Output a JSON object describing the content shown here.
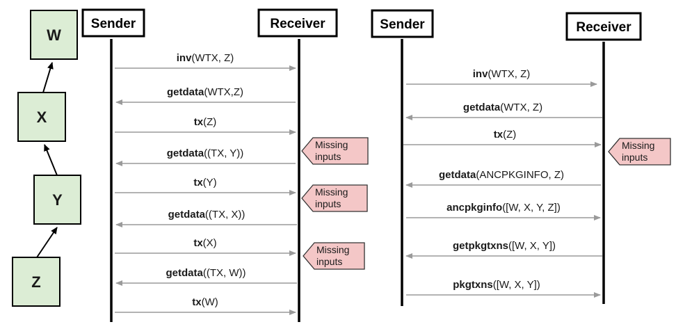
{
  "colors": {
    "node_fill": "#dcedd5",
    "note_fill": "#f4c7c7",
    "arrow": "#9a9a9a",
    "lifeline": "#000000"
  },
  "graph": {
    "nodes": [
      "W",
      "X",
      "Y",
      "Z"
    ]
  },
  "left": {
    "sender": "Sender",
    "receiver": "Receiver",
    "messages": [
      {
        "bold": "inv",
        "rest": "(WTX, Z)"
      },
      {
        "bold": "getdata",
        "rest": "(WTX,Z)"
      },
      {
        "bold": "tx",
        "rest": "(Z)"
      },
      {
        "bold": "getdata",
        "rest": "((TX, Y))"
      },
      {
        "bold": "tx",
        "rest": "(Y)"
      },
      {
        "bold": "getdata",
        "rest": "((TX, X))"
      },
      {
        "bold": "tx",
        "rest": "(X)"
      },
      {
        "bold": "getdata",
        "rest": "((TX, W))"
      },
      {
        "bold": "tx",
        "rest": "(W)"
      }
    ],
    "notes": [
      {
        "line1": "Missing",
        "line2": "inputs"
      },
      {
        "line1": "Missing",
        "line2": "inputs"
      },
      {
        "line1": "Missing",
        "line2": "inputs"
      }
    ]
  },
  "right": {
    "sender": "Sender",
    "receiver": "Receiver",
    "messages": [
      {
        "bold": "inv",
        "rest": "(WTX, Z)"
      },
      {
        "bold": "getdata",
        "rest": "(WTX, Z)"
      },
      {
        "bold": "tx",
        "rest": "(Z)"
      },
      {
        "bold": "getdata",
        "rest": "(ANCPKGINFO, Z)"
      },
      {
        "bold": "ancpkginfo",
        "rest": "([W, X, Y, Z])"
      },
      {
        "bold": "getpkgtxns",
        "rest": "([W, X, Y])"
      },
      {
        "bold": "pkgtxns",
        "rest": "([W, X, Y])"
      }
    ],
    "notes": [
      {
        "line1": "Missing",
        "line2": "inputs"
      }
    ]
  }
}
